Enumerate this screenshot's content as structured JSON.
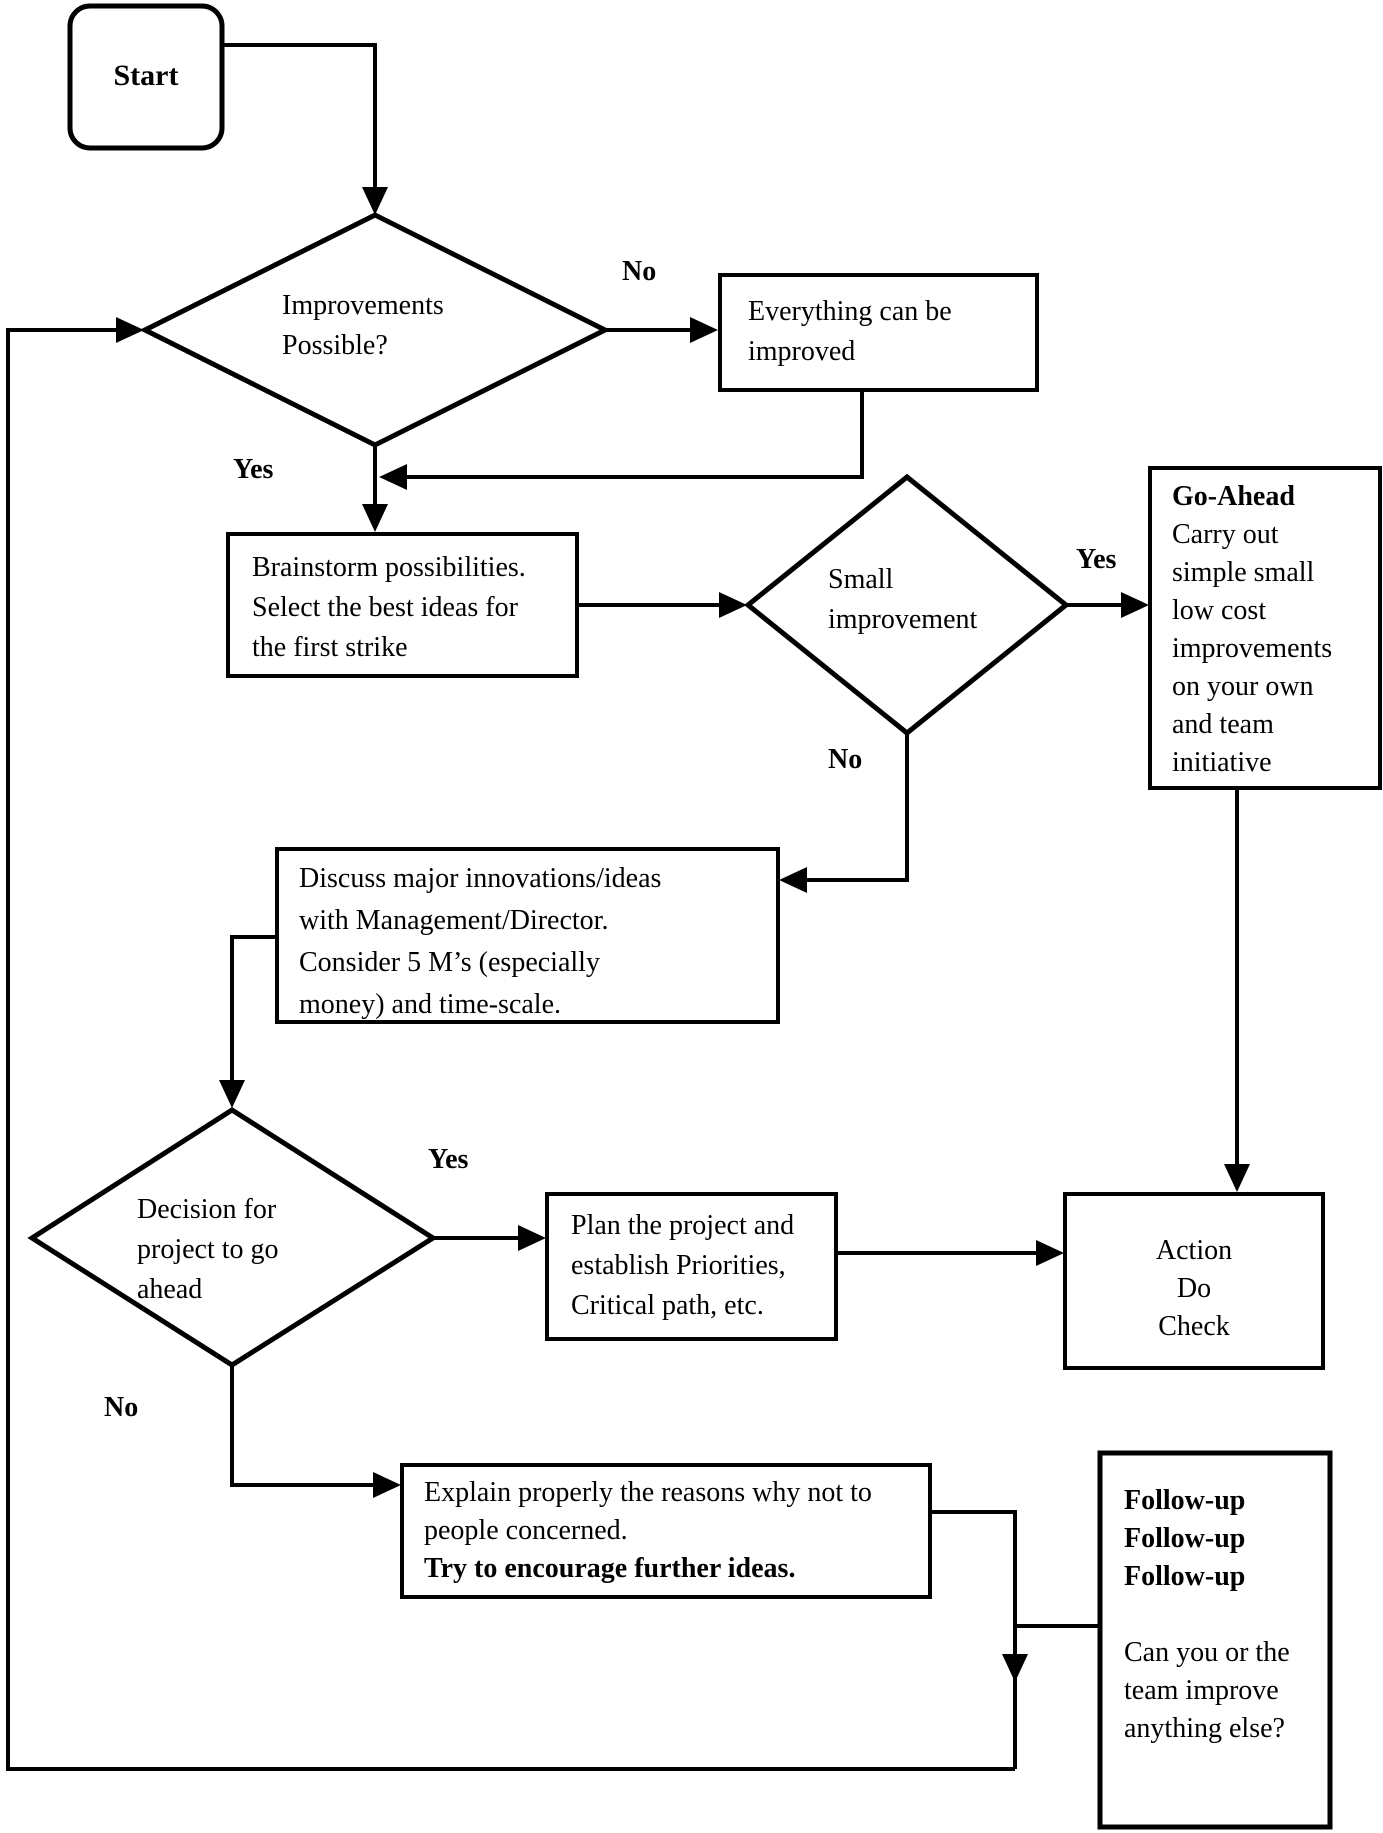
{
  "labels": {
    "no_improvements": "No",
    "yes_improvements": "Yes",
    "yes_small": "Yes",
    "no_small": "No",
    "yes_decision": "Yes",
    "no_decision": "No"
  },
  "nodes": {
    "start": {
      "label": "Start"
    },
    "improvements_possible": {
      "line1": "Improvements",
      "line2": "Possible?"
    },
    "everything_improved": {
      "line1": "Everything can be",
      "line2": "improved"
    },
    "brainstorm": {
      "line1": "Brainstorm possibilities.",
      "line2": "Select the best ideas for",
      "line3": "the first strike"
    },
    "small_improvement": {
      "line1": "Small",
      "line2": "improvement"
    },
    "go_ahead": {
      "title": "Go-Ahead",
      "line1": "Carry out",
      "line2": "simple small",
      "line3": "low cost",
      "line4": "improvements",
      "line5": "on your own",
      "line6": "and team",
      "line7": "initiative"
    },
    "discuss": {
      "line1": "Discuss major innovations/ideas",
      "line2": "with Management/Director.",
      "line3": "Consider 5 M’s (especially",
      "line4": "money) and time-scale."
    },
    "decision": {
      "line1": "Decision for",
      "line2": "project to go",
      "line3": "ahead"
    },
    "plan": {
      "line1": "Plan the project and",
      "line2": "establish Priorities,",
      "line3": "Critical path, etc."
    },
    "action": {
      "line1": "Action",
      "line2": "Do",
      "line3": "Check"
    },
    "explain": {
      "line1": "Explain properly the reasons why not to",
      "line2": "people concerned.",
      "line3": "Try to encourage further ideas."
    },
    "follow_up": {
      "bold1": "Follow-up",
      "bold2": "Follow-up",
      "bold3": "Follow-up",
      "line1": "Can you or the",
      "line2": "team improve",
      "line3": "anything else?"
    }
  },
  "colors": {
    "stroke": "#000000",
    "background": "#ffffff"
  }
}
